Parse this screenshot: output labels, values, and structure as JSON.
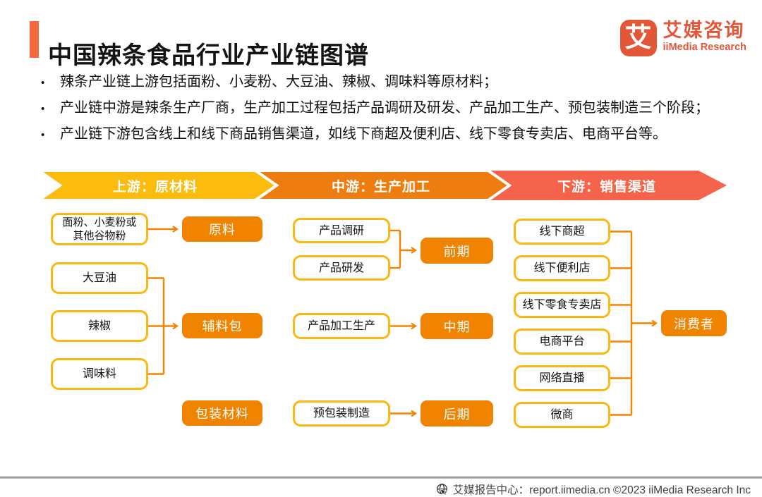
{
  "header": {
    "title": "中国辣条食品行业产业链图谱",
    "logo": {
      "mark": "艾",
      "name_cn": "艾媒咨询",
      "name_en": "iiMedia Research"
    }
  },
  "bullets": [
    "辣条产业链上游包括面粉、小麦粉、大豆油、辣椒、调味料等原材料；",
    "产业链中游是辣条生产厂商，生产加工过程包括产品调研及研发、产品加工生产、预包装制造三个阶段；",
    "产业链下游包含线上和线下商品销售渠道，如线下商超及便利店、线下零食专卖店、电商平台等。"
  ],
  "banners": [
    {
      "label": "上游：原材料",
      "color": "#FBBC0D"
    },
    {
      "label": "中游：生产加工",
      "color": "#EE7D0F"
    },
    {
      "label": "下游：销售渠道",
      "color": "#F4634A"
    }
  ],
  "upstream": {
    "source1_line1": "面粉、小麦粉或",
    "source1_line2": "其他谷物粉",
    "source2": "大豆油",
    "source3": "辣椒",
    "source4": "调味料",
    "output1": "原料",
    "output2": "辅料包",
    "output3": "包装材料"
  },
  "midstream": {
    "source1": "产品调研",
    "source2": "产品研发",
    "source3": "产品加工生产",
    "source4": "预包装制造",
    "stage1": "前期",
    "stage2": "中期",
    "stage3": "后期"
  },
  "downstream": {
    "channel1": "线下商超",
    "channel2": "线下便利店",
    "channel3": "线下零食专卖店",
    "channel4": "电商平台",
    "channel5": "网络直播",
    "channel6": "微商",
    "consumer": "消费者"
  },
  "colors": {
    "accent": "#F4683C",
    "logo": "#E25738",
    "box_border": "#FBB811",
    "box_fill": "#F08300",
    "connector": "#F08300"
  },
  "footer": {
    "text": "艾媒报告中心：report.iimedia.cn  ©2023  iiMedia Research Inc"
  }
}
